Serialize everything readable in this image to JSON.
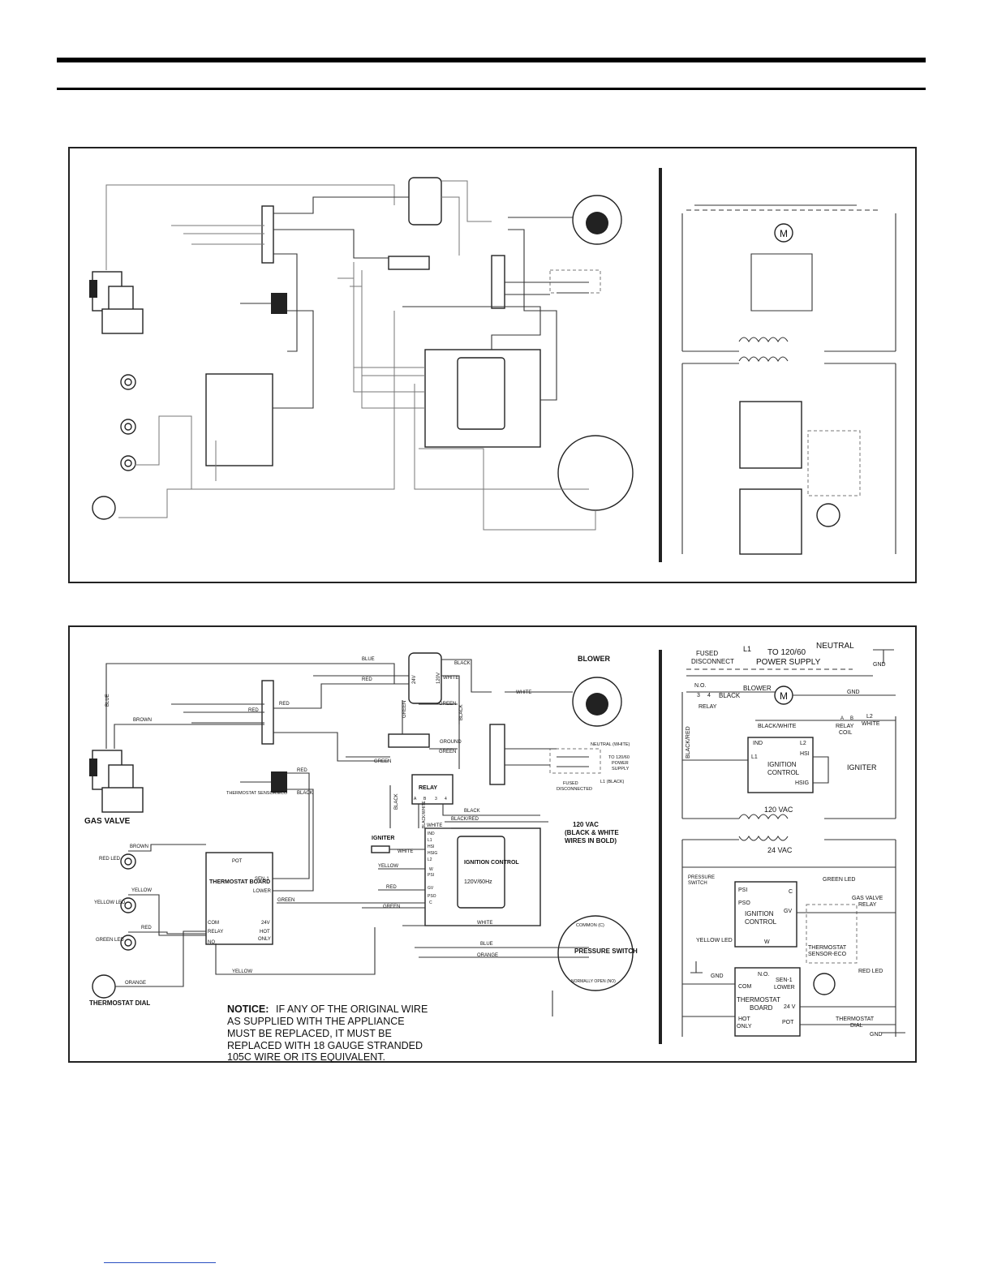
{
  "top_diagram": {
    "ladder_symbols": {
      "motor": "M"
    }
  },
  "bottom_diagram": {
    "wiring": {
      "blower": "BLOWER",
      "gas_valve": "GAS VALVE",
      "red_led": "RED LED",
      "yellow_led": "YELLOW LED",
      "green_led": "GREEN LED",
      "thermostat_dial": "THERMOSTAT DIAL",
      "thermostat_sensor": "THERMOSTAT SENSOR/ECO",
      "thermostat_board": "THERMOSTAT BOARD",
      "ignition_control": "IGNITION CONTROL",
      "ignition_freq": "120V/60Hz",
      "relay": "RELAY",
      "igniter": "IGNITER",
      "pressure_switch": "PRESSURE SWITCH",
      "common": "COMMON (C)",
      "normally_open": "NORMALLY OPEN (NO)",
      "vac_note_1": "120 VAC",
      "vac_note_2": "(BLACK & WHITE",
      "vac_note_3": "WIRES IN BOLD)",
      "neutral_white": "NEUTRAL (WHITE)",
      "to_supply_1": "TO 120/60",
      "to_supply_2": "POWER",
      "to_supply_3": "SUPPLY",
      "l1_black": "L1 (BLACK)",
      "fused_1": "FUSED",
      "fused_2": "DISCONNECTED",
      "ground": "GROUND",
      "wire_blue": "BLUE",
      "wire_brown": "BROWN",
      "wire_red": "RED",
      "wire_black": "BLACK",
      "wire_white": "WHITE",
      "wire_green": "GREEN",
      "wire_yellow": "YELLOW",
      "wire_orange": "ORANGE",
      "wire_black_white": "BLACK/WHITE",
      "wire_black_red": "BLACK/RED",
      "xfmr_24v": "24V",
      "xfmr_120v": "120V",
      "pot": "POT",
      "sen1": "SEN-1",
      "lower": "LOWER",
      "com": "COM",
      "relay_no_1": "RELAY",
      "no": "NO",
      "v24": "24V",
      "hot": "HOT",
      "only": "ONLY",
      "ign_pins": [
        "IND",
        "L1",
        "HSI",
        "HSIG",
        "L2",
        "W",
        "PSI",
        "GV",
        "PSO",
        "C"
      ],
      "relay_pins": [
        "A",
        "B",
        "3",
        "4"
      ]
    },
    "notice": {
      "label": "NOTICE:",
      "line1": "IF ANY OF THE ORIGINAL WIRE",
      "line2": "AS SUPPLIED WITH THE APPLIANCE",
      "line3": "MUST BE REPLACED, IT MUST BE",
      "line4": "REPLACED WITH 18 GAUGE STRANDED",
      "line5": "105C WIRE OR ITS EQUIVALENT."
    },
    "ladder": {
      "fused_disconnect_1": "FUSED",
      "fused_disconnect_2": "DISCONNECT",
      "l1": "L1",
      "to_supply_1": "TO 120/60",
      "to_supply_2": "POWER SUPPLY",
      "neutral": "NEUTRAL",
      "gnd": "GND",
      "no": "N.O.",
      "blower": "BLOWER",
      "motor": "M",
      "black": "BLACK",
      "relay": "RELAY",
      "relay_pins": [
        "3",
        "4"
      ],
      "black_red": "BLACK/RED",
      "black_white": "BLACK/WHITE",
      "relay_coil_1": "RELAY",
      "relay_coil_2": "COIL",
      "relay_coil_pins": [
        "A",
        "B"
      ],
      "l2": "L2",
      "white": "WHITE",
      "ind": "IND",
      "l2_pin": "L2",
      "l1_pin": "L1",
      "hsi": "HSI",
      "hsig": "HSIG",
      "ignition_1": "IGNITION",
      "ignition_2": "CONTROL",
      "igniter": "IGNITER",
      "vac120": "120 VAC",
      "vac24": "24 VAC",
      "green_led": "GREEN LED",
      "pressure_1": "PRESSURE",
      "pressure_2": "SWITCH",
      "psi": "PSI",
      "pso": "PSO",
      "c": "C",
      "gv": "GV",
      "w": "W",
      "ign2_1": "IGNITION",
      "ign2_2": "CONTROL",
      "gas_valve_1": "GAS VALVE",
      "gas_valve_2": "RELAY",
      "yellow_led": "YELLOW LED",
      "sensor_1": "THERMOSTAT",
      "sensor_2": "SENSOR-ECO",
      "red_led": "RED LED",
      "n_o": "N.O.",
      "sen1": "SEN-1",
      "lower": "LOWER",
      "com": "COM",
      "board_1": "THERMOSTAT",
      "board_2": "BOARD",
      "v24": "24 V",
      "hot": "HOT",
      "only": "ONLY",
      "pot": "POT",
      "dial_1": "THERMOSTAT",
      "dial_2": "DIAL"
    }
  }
}
